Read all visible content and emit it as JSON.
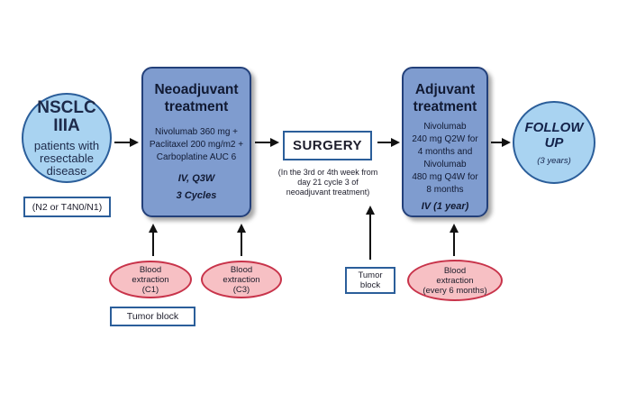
{
  "nsclc": {
    "title_line1": "NSCLC",
    "title_line2": "IIIA",
    "sub_line1": "patients with",
    "sub_line2": "resectable",
    "sub_line3": "disease"
  },
  "staging_label": "(N2 or T4N0/N1)",
  "neoadjuvant": {
    "title_line1": "Neoadjuvant",
    "title_line2": "treatment",
    "drug_line1": "Nivolumab 360 mg +",
    "drug_line2": "Paclitaxel 200 mg/m2 +",
    "drug_line3": "Carboplatine AUC 6",
    "schedule": "IV, Q3W",
    "cycles": "3 Cycles"
  },
  "surgery": {
    "label": "SURGERY",
    "note_line1": "(In the 3rd or 4th week from",
    "note_line2": "day 21 cycle 3 of",
    "note_line3": "neoadjuvant treatment)"
  },
  "adjuvant": {
    "title_line1": "Adjuvant",
    "title_line2": "treatment",
    "body_line1": "Nivolumab",
    "body_line2": "240 mg Q2W for",
    "body_line3": "4 months and",
    "body_line4": "Nivolumab",
    "body_line5": "480 mg Q4W for",
    "body_line6": "8 months",
    "schedule": "IV (1 year)"
  },
  "follow_up": {
    "title_line1": "FOLLOW",
    "title_line2": "UP",
    "duration": "(3 years)"
  },
  "blood_c1": {
    "line1": "Blood",
    "line2": "extraction",
    "line3": "(C1)"
  },
  "blood_c3": {
    "line1": "Blood",
    "line2": "extraction",
    "line3": "(C3)"
  },
  "blood_6m": {
    "line1": "Blood",
    "line2": "extraction",
    "line3": "(every 6 months)"
  },
  "tumor_block_1": "Tumor block",
  "tumor_block_2": {
    "line1": "Tumor",
    "line2": "block"
  },
  "colors": {
    "blue_fill": "#a9d3f1",
    "box_fill": "#7f9ccf",
    "outline_blue": "#2b5e9a",
    "red_fill": "#f7c0c4",
    "red_outline": "#c8334a"
  }
}
